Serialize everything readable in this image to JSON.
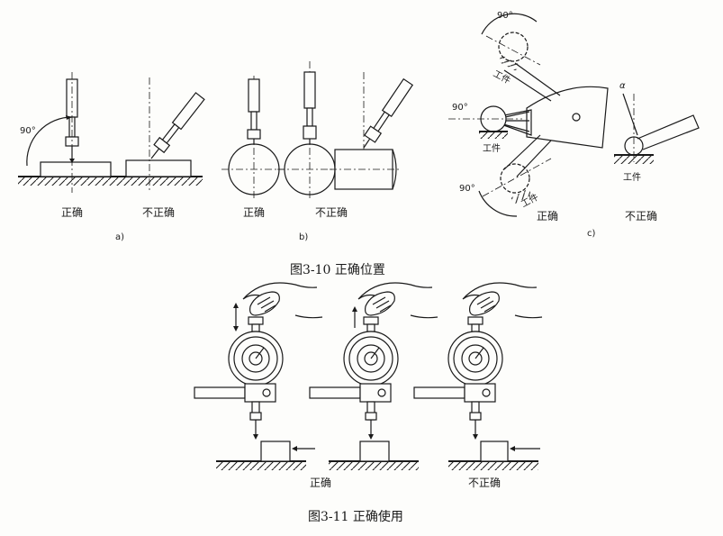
{
  "figure_3_10": {
    "caption": "图3-10  正确位置",
    "panel_a": {
      "angle_label": "90°",
      "correct_label": "正确",
      "incorrect_label": "不正确",
      "sub_label": "a)"
    },
    "panel_b": {
      "correct_label": "正确",
      "incorrect_label": "不正确",
      "sub_label": "b)"
    },
    "panel_c": {
      "angle_top": "90°",
      "angle_mid": "90°",
      "angle_bottom": "90°",
      "angle_alpha": "α",
      "workpiece_top": "工件",
      "workpiece_mid": "工件",
      "workpiece_bottom": "工件",
      "workpiece_right": "工件",
      "correct_label": "正确",
      "incorrect_label": "不正确",
      "sub_label": "c)"
    }
  },
  "figure_3_11": {
    "caption": "图3-11  正确使用",
    "correct_label": "正确",
    "incorrect_label": "不正确"
  }
}
